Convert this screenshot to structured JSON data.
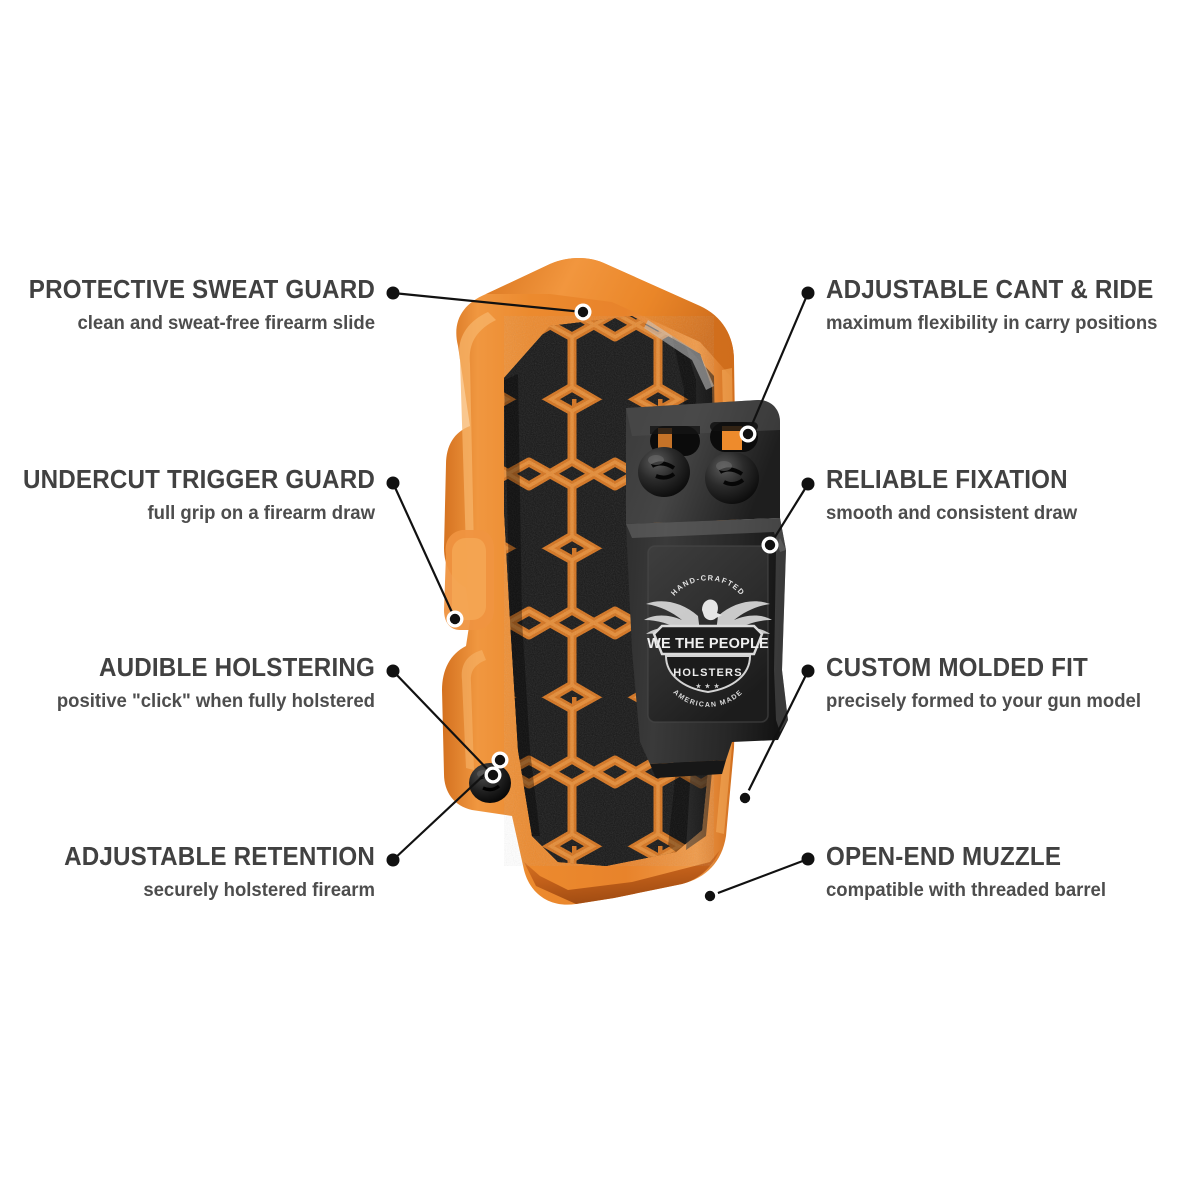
{
  "page": {
    "background_color": "#ffffff",
    "title_color": "#414141",
    "subtitle_color": "#4d4d4d",
    "accent_orange": "#E8862E",
    "accent_orange_dark": "#C4641B",
    "body_black": "#1a1a1a",
    "connector_color": "#111111"
  },
  "product": {
    "name": "kydex-holster",
    "shell_color": "#E8862E",
    "pattern": "honeycomb",
    "clip": {
      "name": "belt-clip",
      "color": "#262626",
      "brand_logo": {
        "top_text": "HAND-CRAFTED",
        "main_text": "WE THE PEOPLE",
        "banner_text": "HOLSTERS",
        "bottom_text": "AMERICAN MADE"
      }
    }
  },
  "callouts": {
    "left": [
      {
        "id": "protective-sweat-guard",
        "title": "PROTECTIVE SWEAT GUARD",
        "subtitle": "clean and sweat-free firearm slide"
      },
      {
        "id": "undercut-trigger-guard",
        "title": "UNDERCUT TRIGGER GUARD",
        "subtitle": "full grip on a firearm draw"
      },
      {
        "id": "audible-holstering",
        "title": "AUDIBLE HOLSTERING",
        "subtitle": "positive \"click\" when fully holstered"
      },
      {
        "id": "adjustable-retention",
        "title": "ADJUSTABLE RETENTION",
        "subtitle": "securely holstered firearm"
      }
    ],
    "right": [
      {
        "id": "adjustable-cant-and-ride",
        "title": "ADJUSTABLE CANT & RIDE",
        "subtitle": "maximum flexibility in carry positions"
      },
      {
        "id": "reliable-fixation",
        "title": "RELIABLE FIXATION",
        "subtitle": "smooth and consistent draw"
      },
      {
        "id": "custom-molded-fit",
        "title": "CUSTOM MOLDED FIT",
        "subtitle": "precisely formed to your gun model"
      },
      {
        "id": "open-end-muzzle",
        "title": "OPEN-END MUZZLE",
        "subtitle": "compatible with threaded barrel"
      }
    ]
  }
}
